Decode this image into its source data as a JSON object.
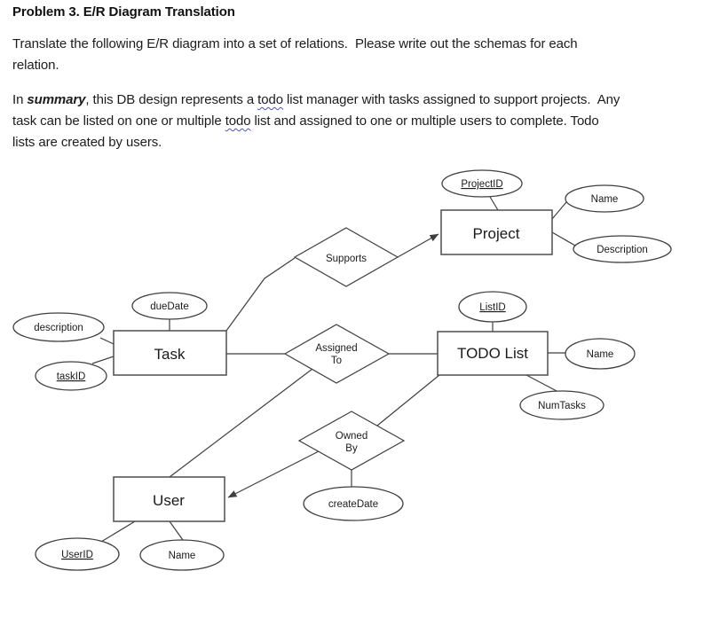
{
  "document": {
    "heading": "Problem 3. E/R Diagram Translation",
    "paragraph1": {
      "line1": "Translate the following E/R diagram into a set of relations.  Please write out the schemas for each",
      "line2": "relation."
    },
    "paragraph2": {
      "l1_s1": "In ",
      "l1_s2": "summary",
      "l1_s3": ", this DB design represents a ",
      "l1_s4": "todo",
      "l1_s5": " list manager with tasks assigned to support projects.  Any",
      "l2_s1": "task can be listed on one or multiple ",
      "l2_s2": "todo",
      "l2_s3": " list and assigned to one or multiple users to complete. Todo",
      "l3_s1": "lists are created by users."
    }
  },
  "diagram": {
    "entities": {
      "project": "Project",
      "task": "Task",
      "todo_list": "TODO List",
      "user": "User"
    },
    "relationships": {
      "supports": "Supports",
      "assigned_to": [
        "Assigned",
        "To"
      ],
      "owned_by": [
        "Owned",
        "By"
      ]
    },
    "attributes": {
      "project_id": "ProjectID",
      "project_name": "Name",
      "project_description": "Description",
      "due_date": "dueDate",
      "task_description": "description",
      "task_id": "taskID",
      "list_id": "ListID",
      "list_name": "Name",
      "num_tasks": "NumTasks",
      "create_date": "createDate",
      "user_id": "UserID",
      "user_name": "Name"
    },
    "colors": {
      "line_stroke": "#3f3f3f",
      "text": "#1a1a1a",
      "spellcheck_squiggle": "#4a52c4"
    }
  }
}
